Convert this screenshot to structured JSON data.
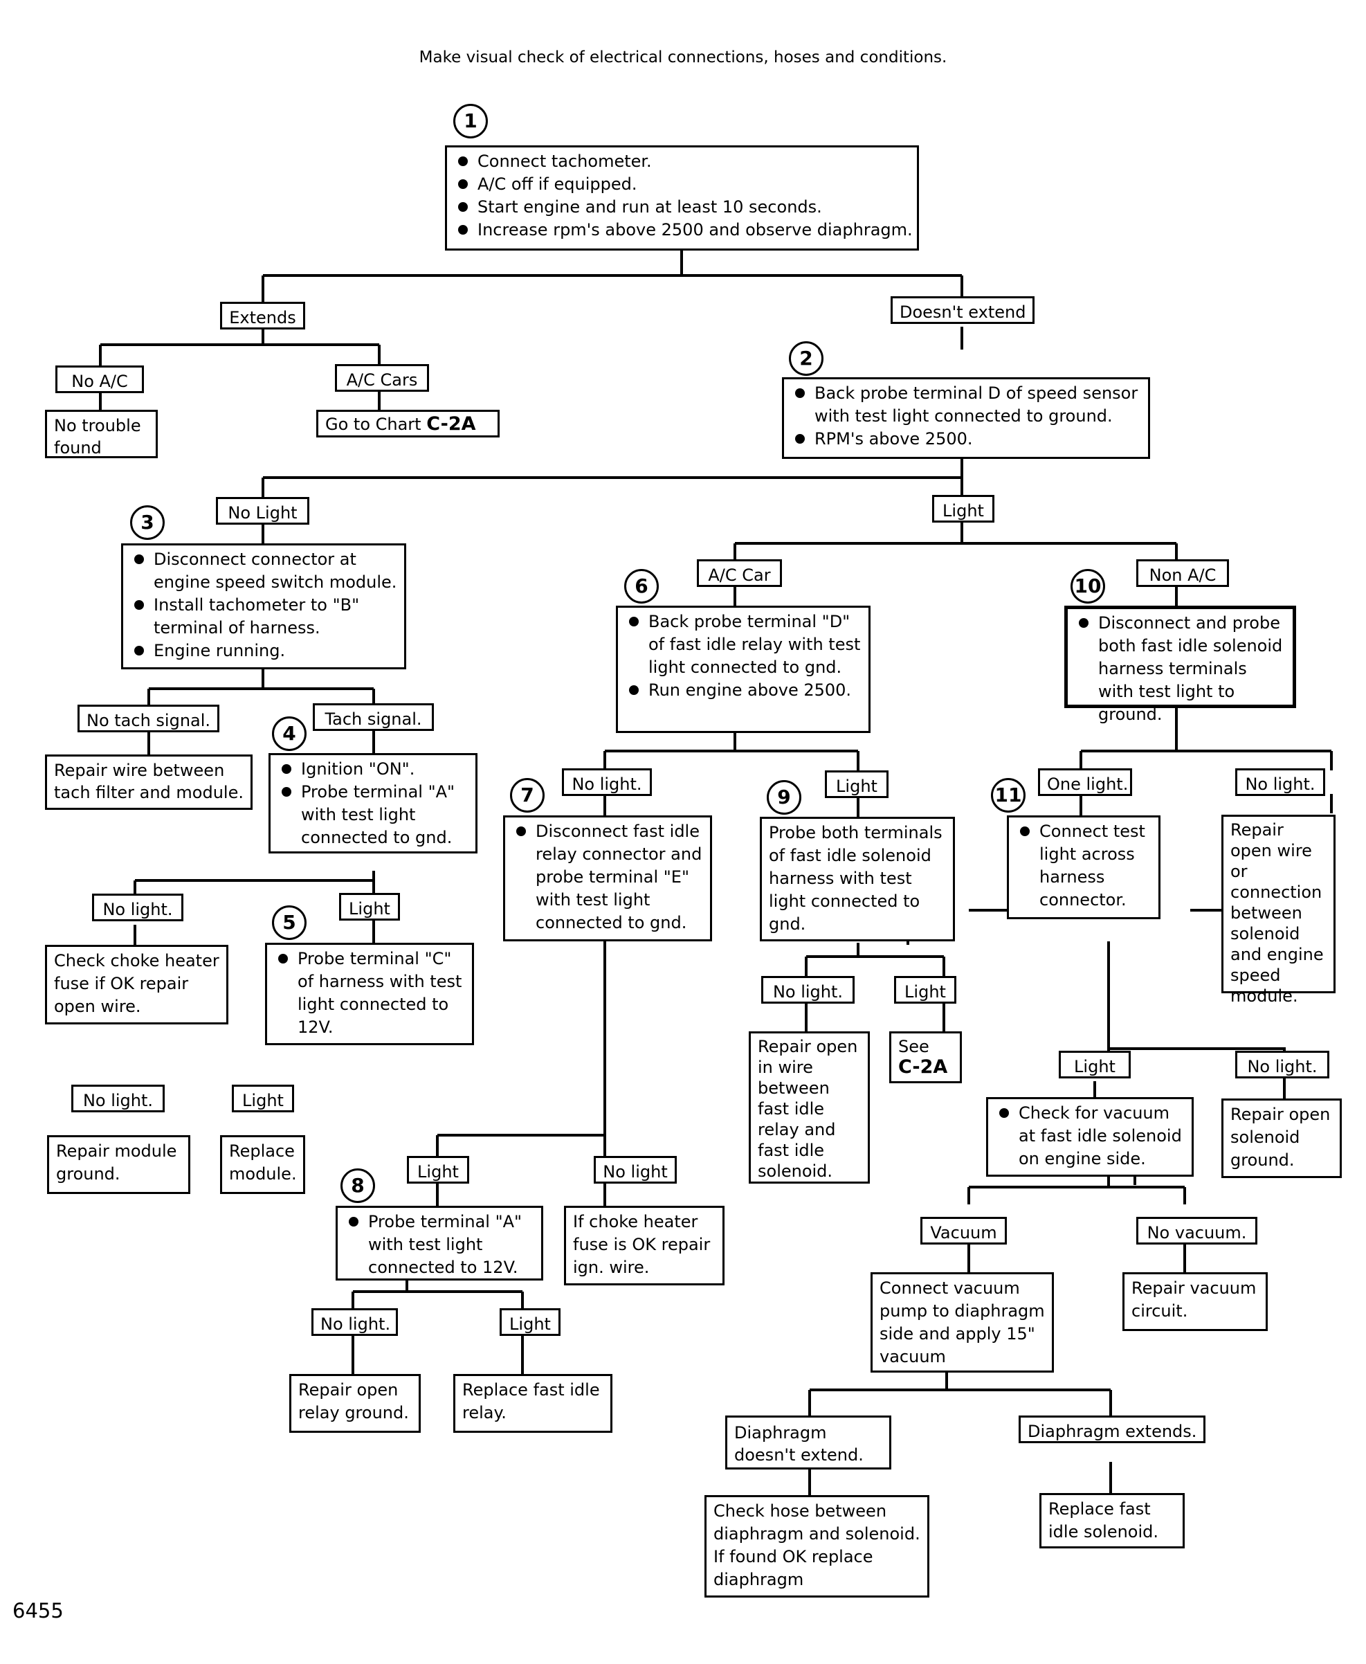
{
  "title": "Make visual check of electrical connections, hoses and conditions.",
  "figure_number": "6455",
  "steps": {
    "s1": {
      "number": "1",
      "lines": [
        "Connect tachometer.",
        "A/C off if equipped.",
        "Start engine and run at least 10 seconds.",
        "Increase rpm's above 2500 and observe diaphragm."
      ]
    },
    "s2": {
      "number": "2",
      "lines": [
        "Back probe terminal D of speed sensor with test light connected to ground.",
        "RPM's above 2500."
      ]
    },
    "s3": {
      "number": "3",
      "lines": [
        "Disconnect connector at engine speed switch module.",
        "Install tachometer to \"B\" terminal of harness.",
        "Engine running."
      ]
    },
    "s4": {
      "number": "4",
      "lines": [
        "Ignition \"ON\".",
        "Probe terminal \"A\" with test light connected to gnd."
      ]
    },
    "s5": {
      "number": "5",
      "lines": [
        "Probe terminal \"C\" of harness with test light connected to 12V."
      ]
    },
    "s6": {
      "number": "6",
      "lines": [
        "Back probe terminal \"D\" of fast idle relay with test light connected to gnd.",
        "Run engine above 2500."
      ]
    },
    "s7": {
      "number": "7",
      "lines": [
        "Disconnect fast idle relay connector and probe terminal \"E\" with test light connected to gnd."
      ]
    },
    "s8": {
      "number": "8",
      "lines": [
        "Probe terminal \"A\" with test light connected to 12V."
      ]
    },
    "s9": {
      "number": "9",
      "text": "Probe both terminals of fast idle solenoid harness with test light connected to gnd."
    },
    "s10": {
      "number": "10",
      "lines": [
        "Disconnect and probe both fast idle solenoid harness terminals with test light to ground."
      ]
    },
    "s11": {
      "number": "11",
      "lines": [
        "Connect test light across harness connector."
      ]
    },
    "s12": {
      "lines": [
        "Check for vacuum at fast idle solenoid on engine side."
      ]
    }
  },
  "branches": {
    "extends": "Extends",
    "doesnt_extend": "Doesn't extend",
    "no_ac": "No A/C",
    "ac_cars": "A/C Cars",
    "no_light_2": "No Light",
    "light_2": "Light",
    "no_tach": "No tach signal.",
    "tach": "Tach signal.",
    "no_light_4": "No light.",
    "light_4": "Light",
    "no_light_5": "No light.",
    "light_5": "Light",
    "ac_car": "A/C Car",
    "non_ac": "Non A/C",
    "no_light_6": "No light.",
    "light_6": "Light",
    "light_7": "Light",
    "no_light_7": "No light",
    "no_light_8": "No light.",
    "light_8": "Light",
    "no_light_9": "No light.",
    "light_9": "Light",
    "one_light": "One light.",
    "no_light_10": "No light.",
    "light_11": "Light",
    "no_light_11": "No light.",
    "vacuum": "Vacuum",
    "no_vacuum": "No vacuum.",
    "diaphragm_no": "Diaphragm doesn't extend.",
    "diaphragm_yes": "Diaphragm extends."
  },
  "results": {
    "no_trouble": "No trouble found",
    "goto_c2a_prefix": "Go to Chart",
    "goto_c2a_ref": "C-2A",
    "repair_tach": "Repair wire between tach filter and module.",
    "check_choke": "Check choke heater fuse if OK repair open wire.",
    "repair_module_ground": "Repair module ground.",
    "replace_module": "Replace module.",
    "repair_relay_ground": "Repair open relay ground.",
    "replace_relay": "Replace fast idle relay.",
    "choke_ign": "If choke heater fuse is OK repair ign. wire.",
    "repair_wire_relay_solenoid": "Repair open in wire between fast idle relay and fast idle solenoid.",
    "see_prefix": "See",
    "see_ref": "C-2A",
    "repair_open_wire": "Repair open wire or connection between solenoid and engine speed module.",
    "repair_solenoid_ground": "Repair open solenoid ground.",
    "connect_pump": "Connect vacuum pump to diaphragm side and apply 15\" vacuum",
    "repair_vacuum": "Repair vacuum circuit.",
    "check_hose": "Check hose between diaphragm and solenoid. If found OK replace diaphragm",
    "replace_solenoid": "Replace fast idle solenoid."
  }
}
